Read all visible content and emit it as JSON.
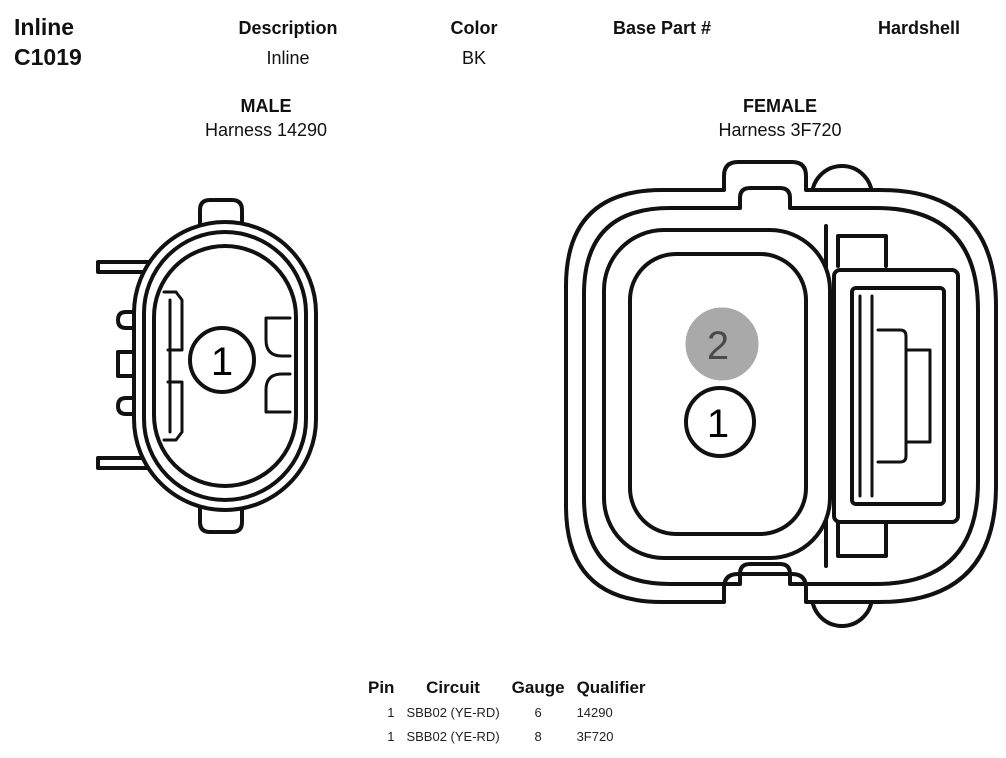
{
  "connector": {
    "line1": "Inline",
    "line2": "C1019"
  },
  "header": {
    "description_label": "Description",
    "description_value": "Inline",
    "color_label": "Color",
    "color_value": "BK",
    "base_part_label": "Base Part #",
    "hardshell_label": "Hardshell"
  },
  "male": {
    "title": "MALE",
    "harness": "Harness 14290",
    "pins": [
      "1"
    ]
  },
  "female": {
    "title": "FEMALE",
    "harness": "Harness 3F720",
    "pins": [
      "2",
      "1"
    ],
    "highlight_color": "#a9a9a9"
  },
  "table": {
    "headers": [
      "Pin",
      "Circuit",
      "Gauge",
      "Qualifier"
    ],
    "rows": [
      {
        "pin": "1",
        "circuit": "SBB02 (YE-RD)",
        "gauge": "6",
        "qualifier": "14290"
      },
      {
        "pin": "1",
        "circuit": "SBB02 (YE-RD)",
        "gauge": "8",
        "qualifier": "3F720"
      }
    ]
  }
}
